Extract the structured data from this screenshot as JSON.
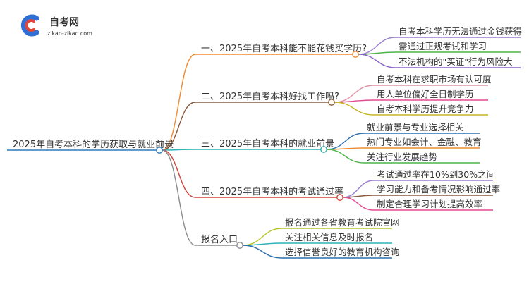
{
  "logo": {
    "name": "自考网",
    "domain": "zikao-zikao.com",
    "colors": {
      "blue": "#2f6fd8",
      "red": "#e0463a"
    }
  },
  "mindmap": {
    "root": {
      "label": "2025年自考本科的学历获取与就业前景",
      "color": "#2f7bbf"
    },
    "branches": [
      {
        "label": "一、2025年自考本科能不能花钱买学历?",
        "color": "#ef8a2e",
        "children": [
          {
            "label": "自考本科学历无法通过金钱获得",
            "color": "#9a7fd0"
          },
          {
            "label": "需通过正规考试和学习",
            "color": "#4fb34a"
          },
          {
            "label": "不法机构的\"买证\"行为风险大",
            "color": "#8a64c7"
          }
        ]
      },
      {
        "label": "二、2025年自考本科好找工作吗?",
        "color": "#8a5a3c",
        "children": [
          {
            "label": "自考本科在求职市场有认可度",
            "color": "#e08fa4"
          },
          {
            "label": "用人单位偏好全日制学历",
            "color": "#e04c93"
          },
          {
            "label": "自考本科学历提升竞争力",
            "color": "#c7b623"
          }
        ]
      },
      {
        "label": "三、2025年自考本科的就业前景",
        "color": "#2bb3b8",
        "children": [
          {
            "label": "就业前景与专业选择相关",
            "color": "#2b6fb0"
          },
          {
            "label": "热门专业如会计、金融、教育",
            "color": "#ef8a2e"
          },
          {
            "label": "关注行业发展趋势",
            "color": "#4fb34a"
          }
        ]
      },
      {
        "label": "四、2025年自考本科的考试通过率",
        "color": "#d6403a",
        "children": [
          {
            "label": "考试通过率在10%到30%之间",
            "color": "#9a7fd0"
          },
          {
            "label": "学习能力和备考情况影响通过率",
            "color": "#8a5a3c"
          },
          {
            "label": "制定合理学习计划提高效率",
            "color": "#e04c93"
          }
        ]
      },
      {
        "label": "报名入口",
        "color": "#8c8c8c",
        "children": [
          {
            "label": "报名通过各省教育考试院官网",
            "color": "#b6c42a"
          },
          {
            "label": "关注相关信息及时报名",
            "color": "#2bb3b8"
          },
          {
            "label": "选择信誉良好的教育机构咨询",
            "color": "#2b6fb0"
          }
        ]
      }
    ]
  }
}
